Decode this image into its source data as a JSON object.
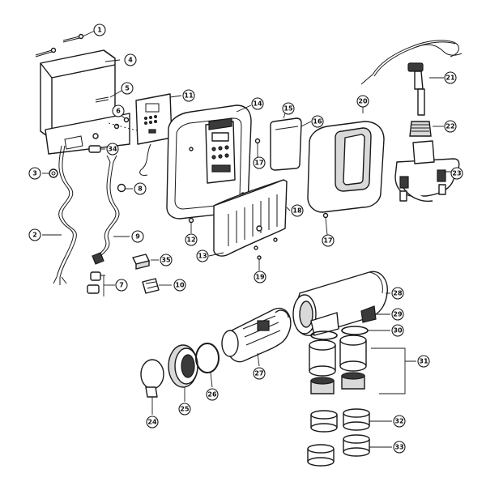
{
  "callouts": [
    {
      "id": "1",
      "label": "1"
    },
    {
      "id": "2",
      "label": "2"
    },
    {
      "id": "3",
      "label": "3"
    },
    {
      "id": "4",
      "label": "4"
    },
    {
      "id": "5",
      "label": "5"
    },
    {
      "id": "6",
      "label": "6"
    },
    {
      "id": "7",
      "label": "7"
    },
    {
      "id": "8",
      "label": "8"
    },
    {
      "id": "9",
      "label": "9"
    },
    {
      "id": "10",
      "label": "10"
    },
    {
      "id": "11",
      "label": "11"
    },
    {
      "id": "12",
      "label": "12"
    },
    {
      "id": "13",
      "label": "13"
    },
    {
      "id": "14",
      "label": "14"
    },
    {
      "id": "15",
      "label": "15"
    },
    {
      "id": "16",
      "label": "16"
    },
    {
      "id": "17a",
      "label": "17"
    },
    {
      "id": "17b",
      "label": "17"
    },
    {
      "id": "18",
      "label": "18"
    },
    {
      "id": "19",
      "label": "19"
    },
    {
      "id": "20",
      "label": "20"
    },
    {
      "id": "21",
      "label": "21"
    },
    {
      "id": "22",
      "label": "22"
    },
    {
      "id": "23",
      "label": "23"
    },
    {
      "id": "24",
      "label": "24"
    },
    {
      "id": "25",
      "label": "25"
    },
    {
      "id": "26",
      "label": "26"
    },
    {
      "id": "27",
      "label": "27"
    },
    {
      "id": "28",
      "label": "28"
    },
    {
      "id": "29",
      "label": "29"
    },
    {
      "id": "30",
      "label": "30"
    },
    {
      "id": "31",
      "label": "31"
    },
    {
      "id": "32",
      "label": "32"
    },
    {
      "id": "33",
      "label": "33"
    },
    {
      "id": "34",
      "label": "34"
    },
    {
      "id": "35",
      "label": "35"
    }
  ]
}
